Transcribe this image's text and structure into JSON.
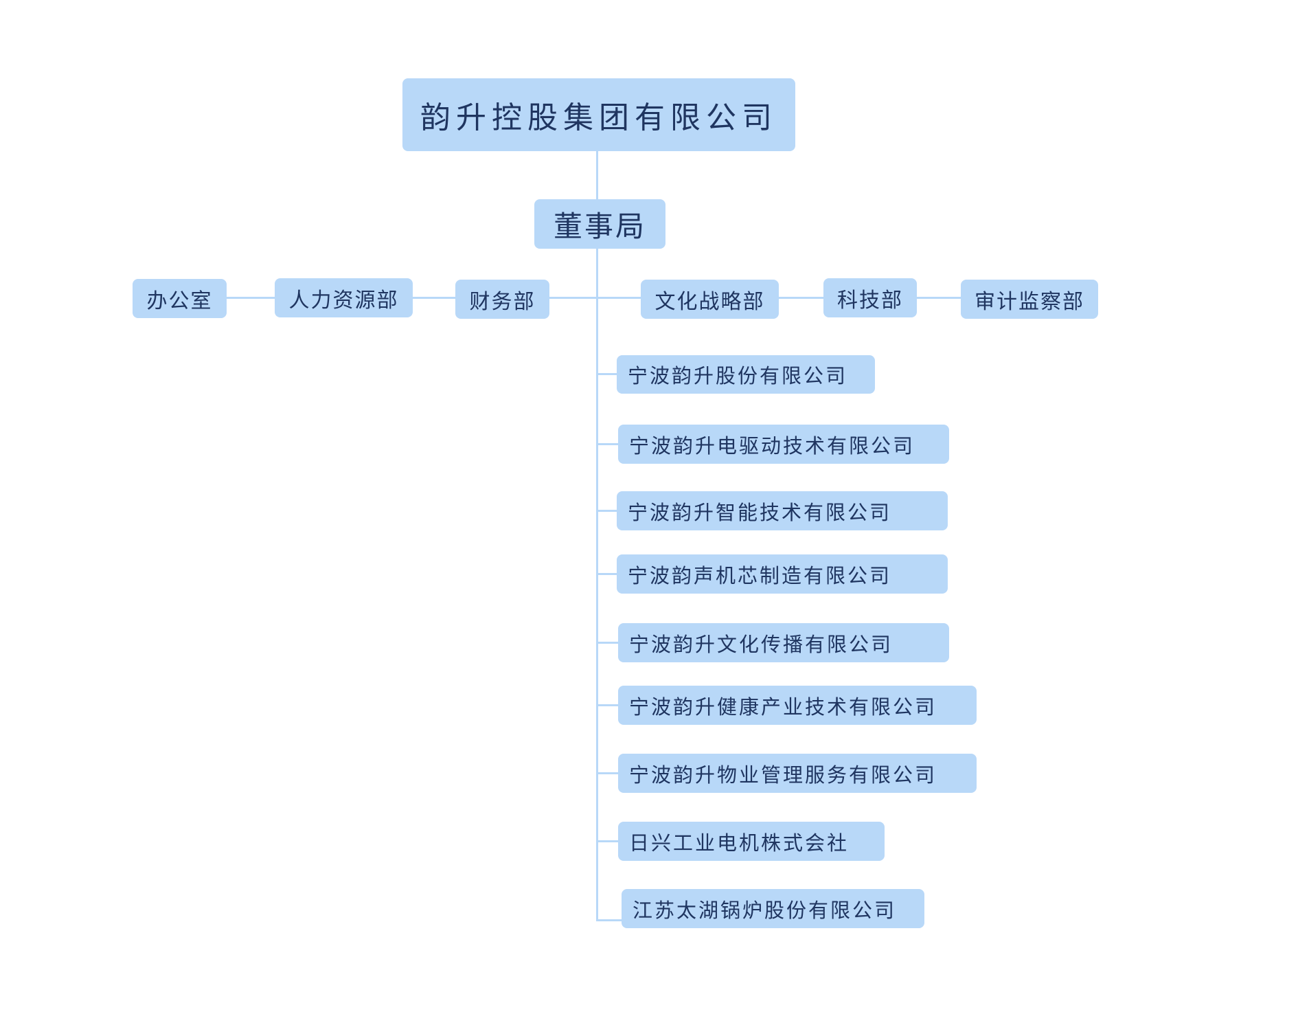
{
  "root": "韵升控股集团有限公司",
  "board": "董事局",
  "departments_left": [
    "办公室",
    "人力资源部",
    "财务部"
  ],
  "departments_right": [
    "文化战略部",
    "科技部",
    "审计监察部"
  ],
  "subsidiaries": [
    "宁波韵升股份有限公司",
    "宁波韵升电驱动技术有限公司",
    "宁波韵升智能技术有限公司",
    "宁波韵声机芯制造有限公司",
    "宁波韵升文化传播有限公司",
    "宁波韵升健康产业技术有限公司",
    "宁波韵升物业管理服务有限公司",
    "日兴工业电机株式会社",
    "江苏太湖锅炉股份有限公司"
  ],
  "colors": {
    "box": "#b8d8f8",
    "text": "#1f3560",
    "connector": "#b8d8f8"
  }
}
